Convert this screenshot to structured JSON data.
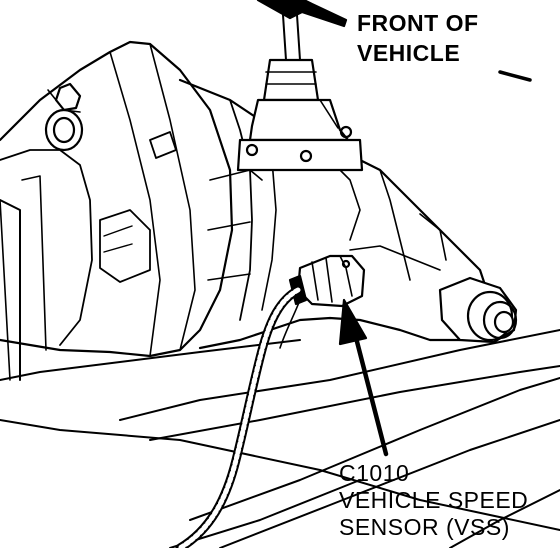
{
  "labels": {
    "front_line1": "FRONT OF",
    "front_line2": "VEHICLE",
    "connector_id": "C1010",
    "sensor_line1": "VEHICLE SPEED",
    "sensor_line2": "SENSOR (VSS)"
  },
  "colors": {
    "ink": "#000000",
    "paper": "#ffffff"
  }
}
